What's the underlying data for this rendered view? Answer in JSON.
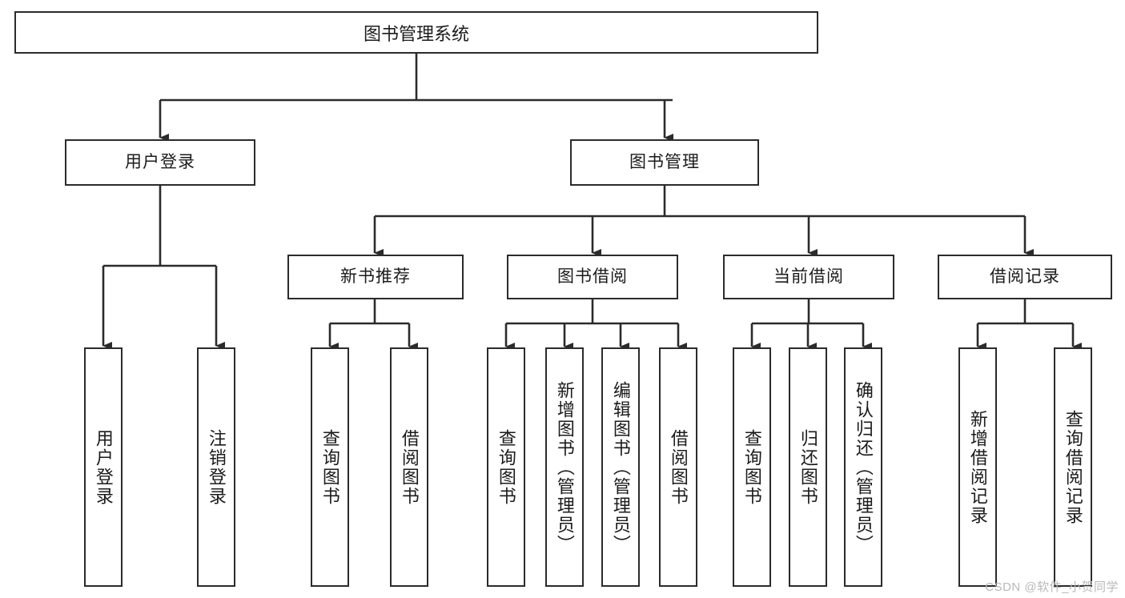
{
  "diagram": {
    "title": "图书管理系统",
    "type": "functional-structure-tree",
    "colors": {
      "box_border": "#2b2b2b",
      "box_fill": "#ffffff",
      "line": "#2b2b2b",
      "text": "#1b1b1b",
      "watermark": "#b9b9b9"
    },
    "watermark": "CSDN @软件_小贺同学",
    "root": {
      "label": "图书管理系统"
    },
    "level1": [
      {
        "id": "user-login",
        "label": "用户登录"
      },
      {
        "id": "book-manage",
        "label": "图书管理"
      }
    ],
    "level2": [
      {
        "id": "new-book-rec",
        "label": "新书推荐",
        "parent": "book-manage"
      },
      {
        "id": "book-borrow",
        "label": "图书借阅",
        "parent": "book-manage"
      },
      {
        "id": "current-borrow",
        "label": "当前借阅",
        "parent": "book-manage"
      },
      {
        "id": "borrow-record",
        "label": "借阅记录",
        "parent": "book-manage"
      }
    ],
    "leaves": [
      {
        "id": "leaf-user-login",
        "label": "用户登录",
        "parent": "user-login"
      },
      {
        "id": "leaf-user-logout",
        "label": "注销登录",
        "parent": "user-login"
      },
      {
        "id": "leaf-query-book-1",
        "label": "查询图书",
        "parent": "new-book-rec"
      },
      {
        "id": "leaf-borrow-book-1",
        "label": "借阅图书",
        "parent": "new-book-rec"
      },
      {
        "id": "leaf-query-book-2",
        "label": "查询图书",
        "parent": "book-borrow"
      },
      {
        "id": "leaf-add-book",
        "label": "新增图书（管理员）",
        "parent": "book-borrow"
      },
      {
        "id": "leaf-edit-book",
        "label": "编辑图书（管理员）",
        "parent": "book-borrow"
      },
      {
        "id": "leaf-borrow-book-2",
        "label": "借阅图书",
        "parent": "book-borrow"
      },
      {
        "id": "leaf-query-book-3",
        "label": "查询图书",
        "parent": "current-borrow"
      },
      {
        "id": "leaf-return-book",
        "label": "归还图书",
        "parent": "current-borrow"
      },
      {
        "id": "leaf-confirm-return",
        "label": "确认归还（管理员）",
        "parent": "current-borrow"
      },
      {
        "id": "leaf-add-record",
        "label": "新增借阅记录",
        "parent": "borrow-record"
      },
      {
        "id": "leaf-query-record",
        "label": "查询借阅记录",
        "parent": "borrow-record"
      }
    ]
  }
}
